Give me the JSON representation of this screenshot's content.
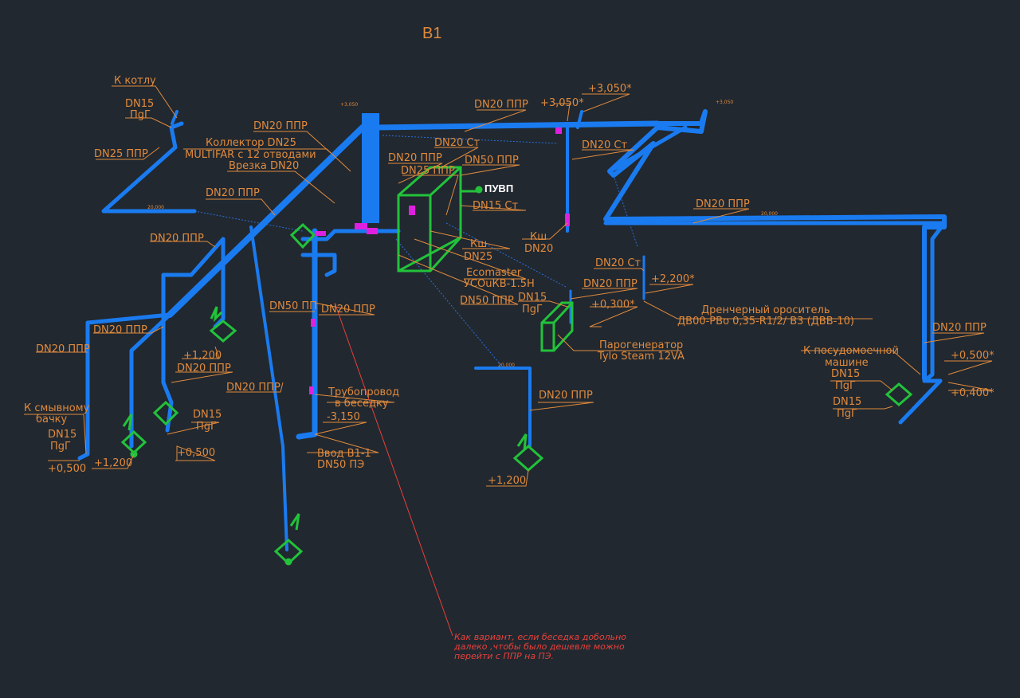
{
  "title": "B1",
  "colors": {
    "pipe": "#1a7bf0",
    "leader": "#e08a3c",
    "equipment": "#22c23a",
    "fitting": "#e020e0",
    "note": "#e8403a",
    "background": "#212830"
  },
  "labels": {
    "k_kotlu": "К котлу",
    "dn15_pgg_1": "DN15",
    "pgg_1": "ПgГ",
    "dn25_ppr_left": "DN25 ППР",
    "dn20_ppr_top": "DN20 ППР",
    "kollektor": "Коллектор DN25",
    "multifar": "MULTIFAR  с 12  отводами",
    "vrezka": "Врезка DN20",
    "dn20_ppr_mid": "DN20 ППР",
    "dn20_ppr_up": "DN20 ППР",
    "dn25_ppr_mid": "DN25 ППР",
    "dn20_st_1": "DN20  Ст",
    "dn50_ppr_1": "DN50 ППР",
    "puvp": "ПУВП",
    "dn15_st": "DN15  Ст",
    "ksh_1": "Кш",
    "dn25_1": "DN25",
    "ecomaster": "Ecomaster",
    "usoukv": "УСОuКВ-1.5Н",
    "dn50_ppr_2": "DN50 ППР",
    "dn20_ppr_top_right": "DN20 ППР",
    "elev_3050_a": "+3,050*",
    "elev_3050_b": "+3,050*",
    "dn20_st_2": "DN20  Ст",
    "ksh_2": "Кш",
    "dn20_2": "DN20",
    "dn20_ppr_right": "DN20 ППР",
    "dn20_st_3": "DN20  Ст",
    "elev_2200": "+2,200*",
    "drencher": "Дренчерный ороситель",
    "drencher_model": "ДВ00-РВо 0,35-R1/2/ В3 (ДВВ-10)",
    "dn20_ppr_pg": "DN20 ППР",
    "dn15_pg": "DN15",
    "pgg_pg": "ПgГ",
    "elev_0300": "+0,300*",
    "parogenerator": "Парогенератор",
    "tylo": "Tylo Steam  12VA",
    "dn20_ppr_left1": "DN20 ППР",
    "dn20_ppr_left2": "DN20 ППР",
    "dn20_ppr_left3": "DN20 ППР",
    "dn20_ppr_left4": "DN20 ППР",
    "dn20_ppr_left5": "DN20 ППР",
    "dn50_ppr_3": "DN50 ПП",
    "dn20_ppr_4": "DN20 ППР",
    "elev_1200_a": "+1,200",
    "elev_1200_b": "+1,200",
    "elev_1200_c": "+1,200",
    "dn15_2": "DN15",
    "pgg_2": "ПgГ",
    "elev_0500_a": "+0,500",
    "k_smyvnomu": "К смывному",
    "bachku": "бачку",
    "dn15_3": "DN15",
    "pgg_3": "ПgГ",
    "elev_0500_b": "+0,500",
    "truboprovod": "Трубопровод",
    "v_besedku": "в беседку",
    "elev_3150": "-3,150",
    "vvod": "Ввод В1-1",
    "dn50_pe": "DN50  ПЭ",
    "dn20_ppr_bot": "DN20 ППР",
    "k_posudomoech": "К посудомоечной",
    "mashine": "машине",
    "dn15_4": "DN15",
    "pgg_4": "ПgГ",
    "dn15_5": "DN15",
    "pgg_5": "ПgГ",
    "elev_0500_c": "+0,500*",
    "elev_0400": "+0,400*",
    "dn20_ppr_far": "DN20 ППР",
    "note_1": "Как вариант, если беседка добольно",
    "note_2": "далеко ,чтобы было дешевле можно",
    "note_3": "перейти с ППР на ПЭ.",
    "small_20000": "20,000",
    "small_elev": "+3,050"
  }
}
